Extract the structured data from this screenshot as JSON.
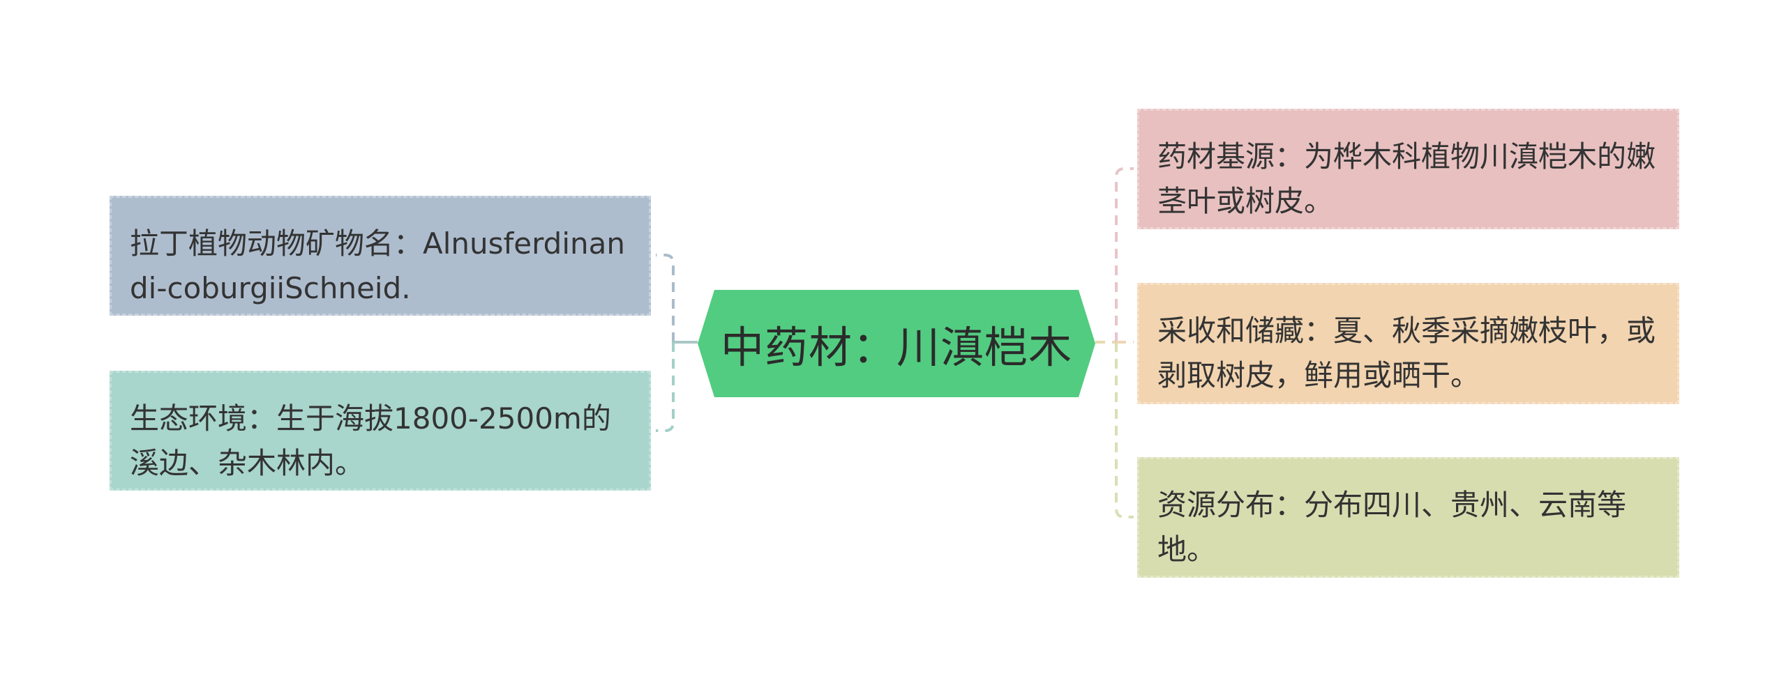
{
  "central": {
    "text": "中药材：川滇桤木",
    "fill": "#52cc80"
  },
  "left_topics": [
    {
      "text": "拉丁植物动物矿物名：Alnusferdinandi-coburgiiSchneid.",
      "color": "#aebdce"
    },
    {
      "text": "生态环境：生于海拔1800-2500m的溪边、杂木林内。",
      "color": "#a8d5cc"
    }
  ],
  "right_topics": [
    {
      "text": "药材基源：为桦木科植物川滇桤木的嫩茎叶或树皮。",
      "color": "#e8c0c0"
    },
    {
      "text": "采收和储藏：夏、秋季采摘嫩枝叶，或剥取树皮，鲜用或晒干。",
      "color": "#f2d4b0"
    },
    {
      "text": "资源分布：分布四川、贵州、云南等地。",
      "color": "#d8ddb0"
    }
  ]
}
